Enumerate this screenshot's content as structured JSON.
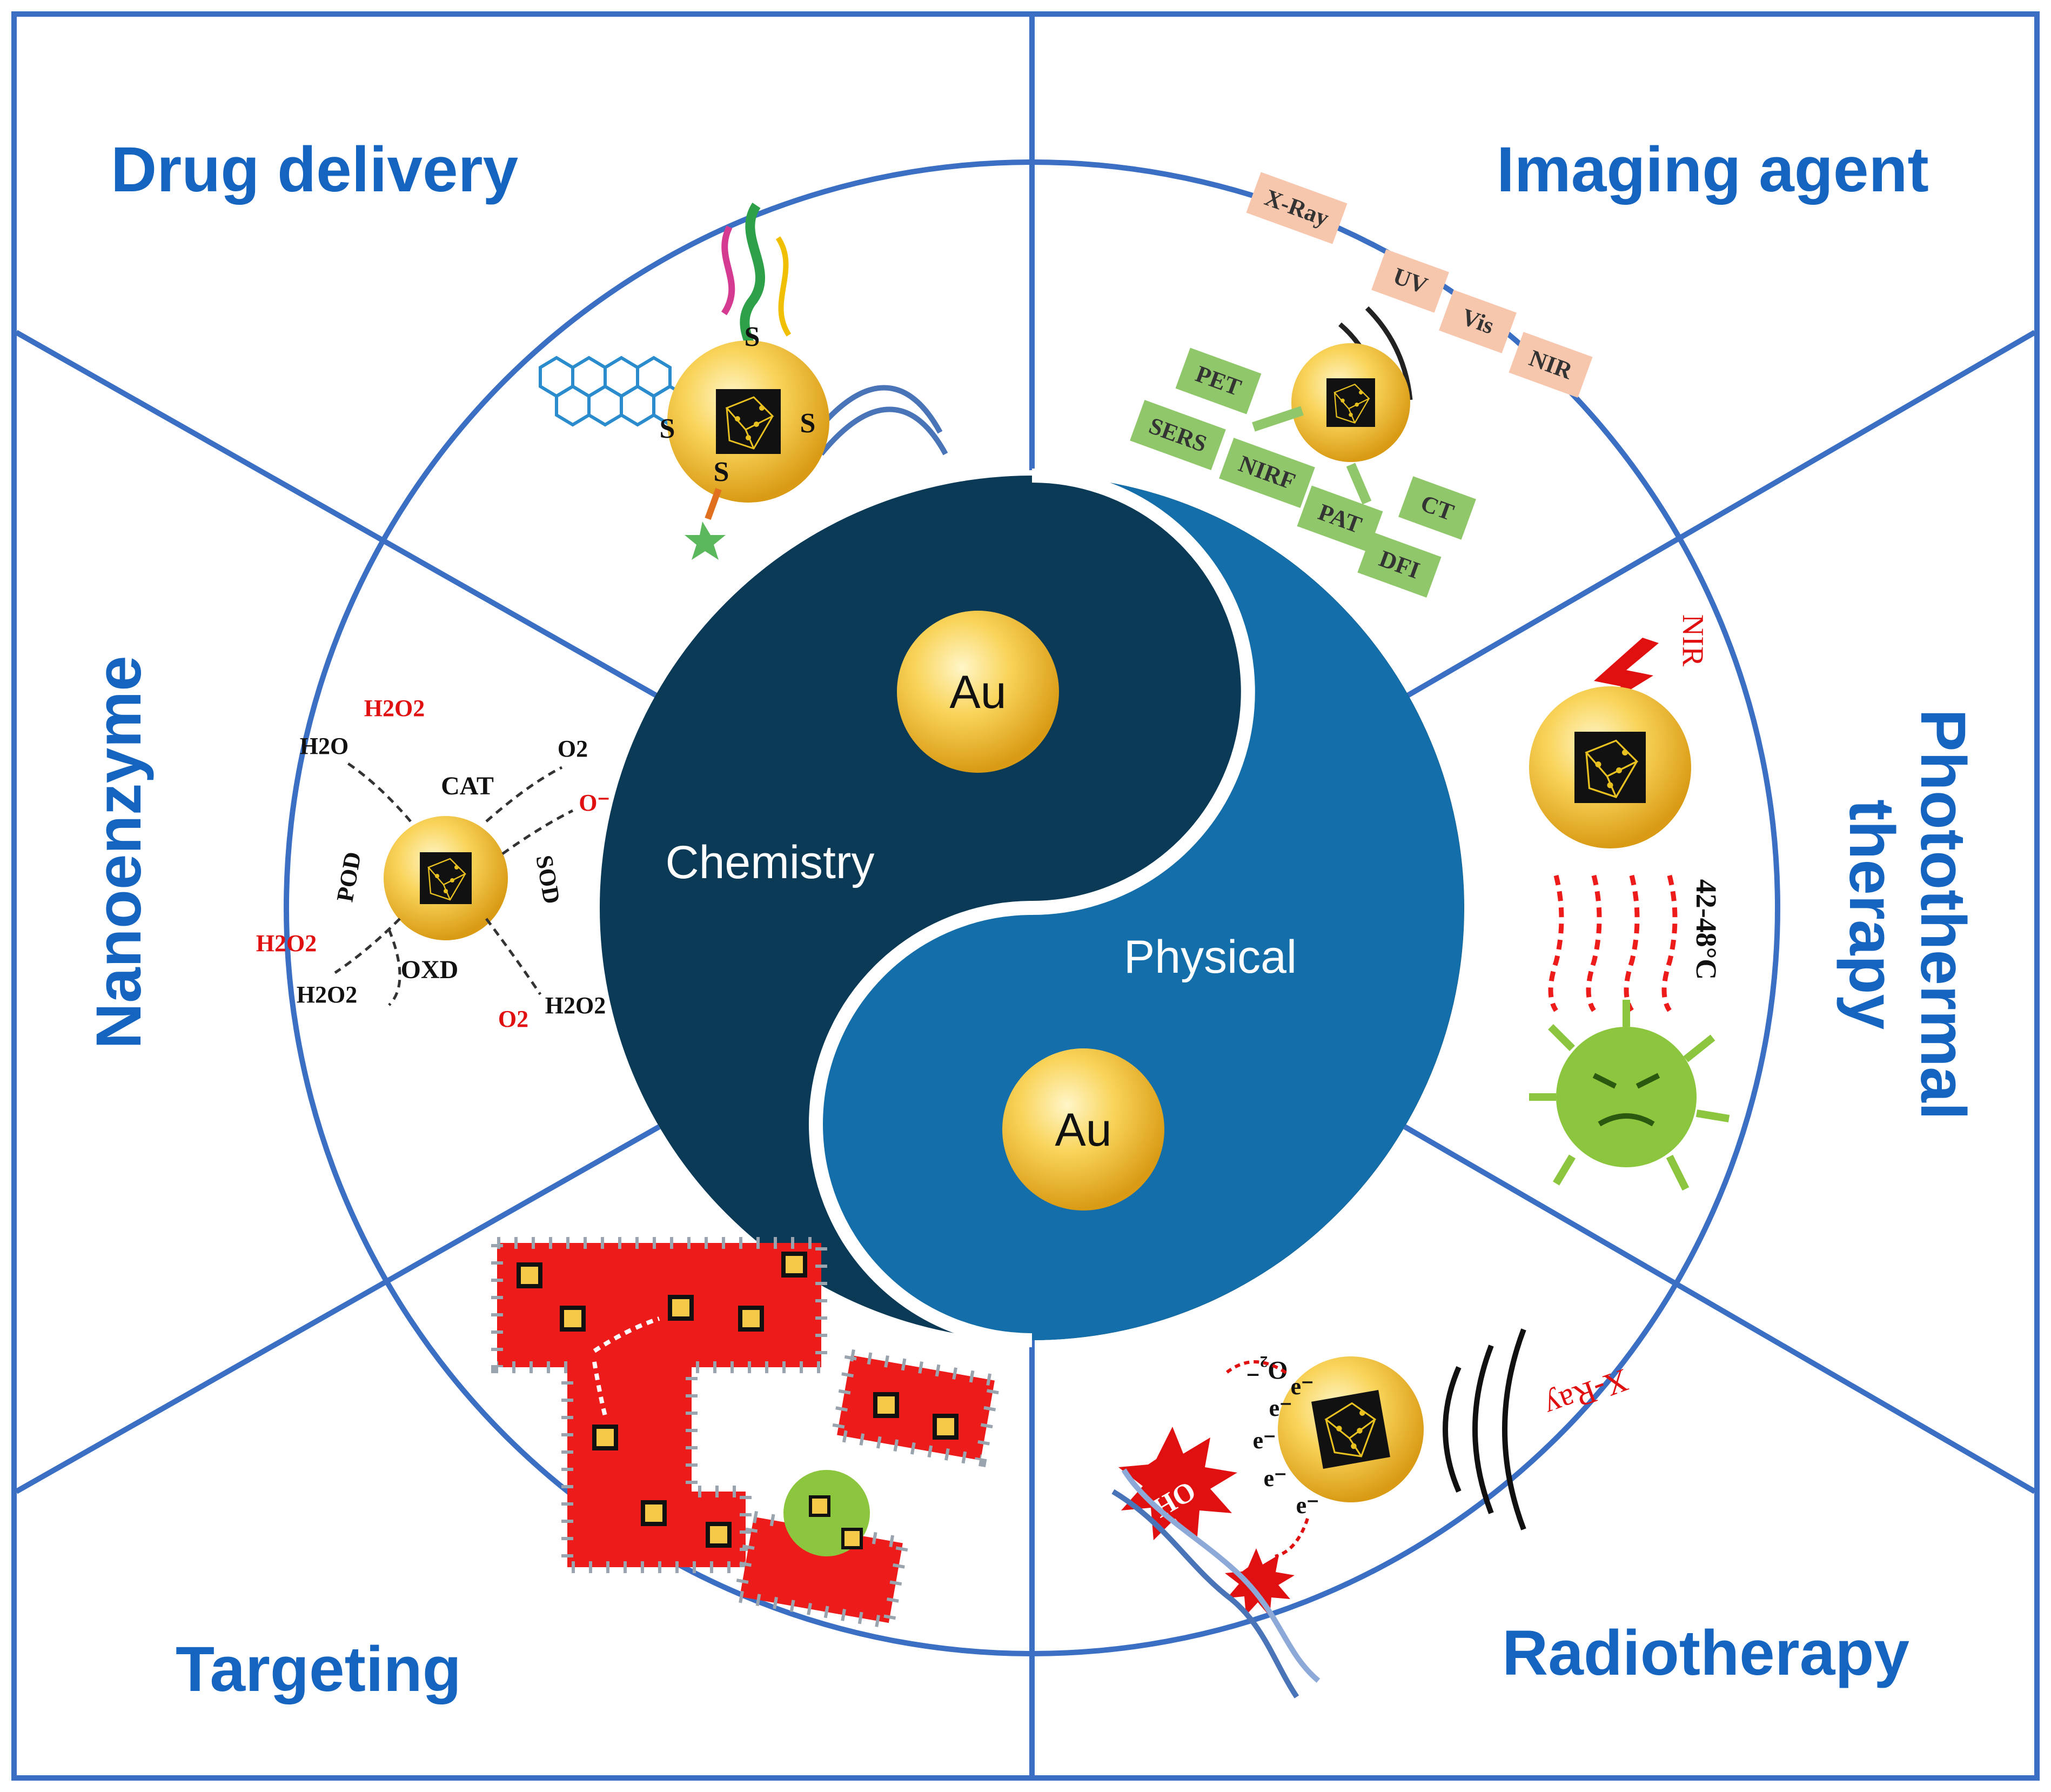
{
  "colors": {
    "title": "#1565c0",
    "frame": "#3b6fc4",
    "yin": "#0b3a57",
    "yang": "#136ea9",
    "gold": "#f7c948",
    "red_text": "#e01010",
    "label_orange": "#f6c6ad",
    "label_green": "#8fc76a",
    "blood_red": "#ee1b1b",
    "virus_green": "#8cc63f"
  },
  "titles": {
    "drug_delivery": "Drug delivery",
    "imaging_agent": "Imaging agent",
    "nanoenzyme": "Nanoenzyme",
    "photothermal_line1": "Photothermal",
    "photothermal_line2": "therapy",
    "targeting": "Targeting",
    "radiotherapy": "Radiotherapy"
  },
  "center": {
    "chemistry_label": "Chemistry",
    "physical_label": "Physical",
    "au_top": "Au",
    "au_bottom": "Au"
  },
  "drug_delivery": {
    "thiol_labels": [
      "S",
      "S",
      "S",
      "S"
    ]
  },
  "imaging": {
    "top_labels": [
      "X-Ray",
      "UV",
      "Vis",
      "NIR"
    ],
    "bottom_labels": [
      "PET",
      "SERS",
      "NIRF",
      "PAT",
      "DFI",
      "CT"
    ]
  },
  "nanoenzyme": {
    "h2o2_top": "H2O2",
    "h2o_left": "H2O",
    "cat": "CAT",
    "o2_top_right": "O2",
    "o_minus": "O⁻",
    "pod": "POD",
    "sod": "SOD",
    "h2o2_red_left": "H2O2",
    "oxd": "OXD",
    "h2o2_black_left": "H2O2",
    "o2_red_bottom": "O2",
    "h2o2_right": "H2O2"
  },
  "photothermal": {
    "nir": "NIR",
    "temperature": "42-48°C"
  },
  "radiotherapy": {
    "xray": "X-Ray",
    "o2_minus": "O₂⁻",
    "oh": "OH",
    "electrons": [
      "e⁻",
      "e⁻",
      "e⁻",
      "e⁻",
      "e⁻"
    ]
  }
}
